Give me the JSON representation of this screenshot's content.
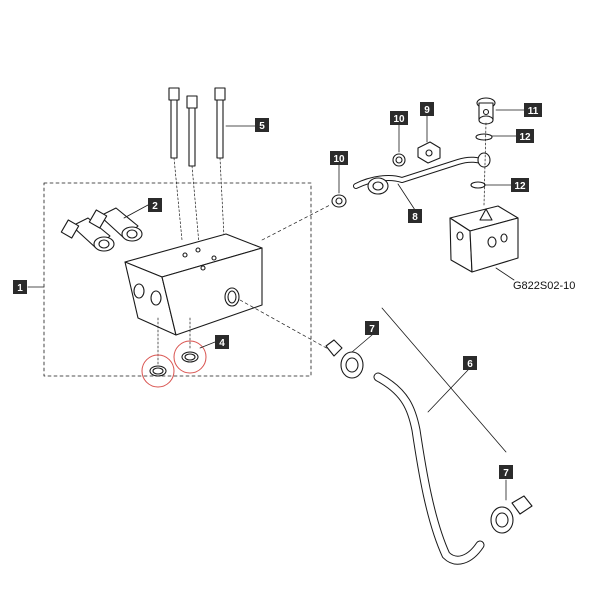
{
  "diagram": {
    "drawing_code": "G822S02-10",
    "callouts": {
      "c1": "1",
      "c2": "2",
      "c4": "4",
      "c5": "5",
      "c6": "6",
      "c7a": "7",
      "c7b": "7",
      "c8": "8",
      "c9": "9",
      "c10a": "10",
      "c10b": "10",
      "c11": "11",
      "c12a": "12",
      "c12b": "12"
    },
    "colors": {
      "line": "#1a1a1a",
      "callout_bg": "#2b2b2b",
      "callout_text": "#ffffff",
      "highlight": "#d9534f"
    }
  }
}
